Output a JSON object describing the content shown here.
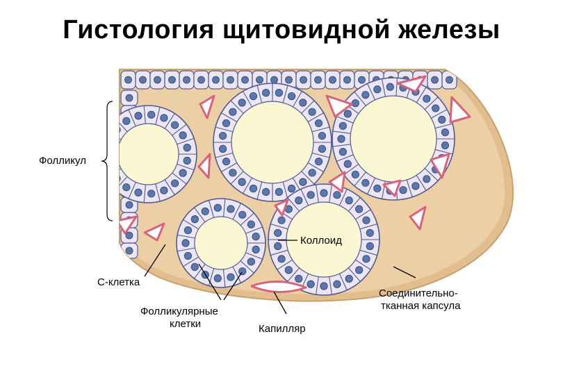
{
  "title": "Гистология щитовидной железы",
  "labels": {
    "follicle": "Фолликул",
    "colloid": "Коллоид",
    "c_cell": "С-клетка",
    "follicular_cells_line1": "Фолликулярные",
    "follicular_cells_line2": "клетки",
    "capillary": "Капилляр",
    "capsule_line1": "Соединительно-",
    "capsule_line2": "тканная капсула"
  },
  "colors": {
    "colloid": "#faf7d2",
    "connective_tissue": "#edcfa6",
    "cell_fill": "#ece6f3",
    "cell_outline": "#4f5a8f",
    "nucleus": "#5a78ad",
    "capillary_wall": "#d9627a"
  }
}
